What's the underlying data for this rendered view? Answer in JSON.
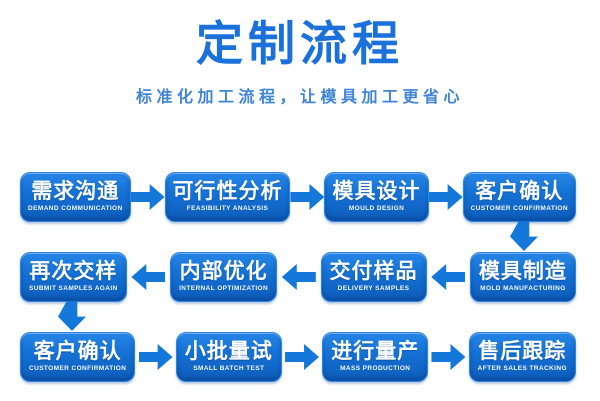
{
  "header": {
    "title": "定制流程",
    "subtitle": "标准化加工流程，让模具加工更省心"
  },
  "colors": {
    "title_blue": "#1b71dc",
    "subtitle_blue": "#4084d8",
    "box_gradient_top": "#2585e6",
    "box_gradient_bottom": "#0d5cba",
    "arrow_blue": "#1478da",
    "box_text": "#ffffff",
    "background": "#ffffff"
  },
  "icons": {
    "arrow_right": "block-arrow-right",
    "arrow_left": "block-arrow-left",
    "arrow_down": "block-arrow-down"
  },
  "flow": {
    "rows": [
      {
        "direction": "right",
        "steps": [
          {
            "zh": "需求沟通",
            "en": "DEMAND COMMUNICATION"
          },
          {
            "zh": "可行性分析",
            "en": "FEASIBILITY ANALYSIS"
          },
          {
            "zh": "模具设计",
            "en": "MOULD DESIGN"
          },
          {
            "zh": "客户确认",
            "en": "CUSTOMER CONFIRMATION"
          }
        ]
      },
      {
        "direction": "left",
        "steps": [
          {
            "zh": "再次交样",
            "en": "SUBMIT SAMPLES AGAIN"
          },
          {
            "zh": "内部优化",
            "en": "INTERNAL OPTIMIZATION"
          },
          {
            "zh": "交付样品",
            "en": "DELIVERY SAMPLES"
          },
          {
            "zh": "模具制造",
            "en": "MOLD MANUFACTURING"
          }
        ]
      },
      {
        "direction": "right",
        "steps": [
          {
            "zh": "客户确认",
            "en": "CUSTOMER CONFIRMATION"
          },
          {
            "zh": "小批量试",
            "en": "SMALL BATCH TEST"
          },
          {
            "zh": "进行量产",
            "en": "MASS PRODUCTION"
          },
          {
            "zh": "售后跟踪",
            "en": "AFTER SALES TRACKING"
          }
        ]
      }
    ]
  }
}
